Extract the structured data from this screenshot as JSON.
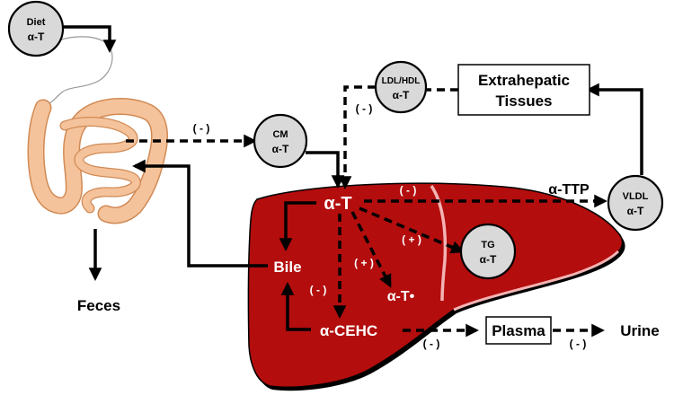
{
  "nodes": {
    "diet": {
      "line1": "Diet",
      "line2": "α-T"
    },
    "cm": {
      "line1": "CM",
      "line2": "α-T"
    },
    "ldl_hdl": {
      "line1": "LDL/HDL",
      "line2": "α-T"
    },
    "vldl": {
      "line1": "VLDL",
      "line2": "α-T"
    },
    "tg": {
      "line1": "TG",
      "line2": "α-T"
    }
  },
  "boxes": {
    "extrahepatic": {
      "line1": "Extrahepatic",
      "line2": "Tissues"
    },
    "plasma": {
      "label": "Plasma"
    }
  },
  "labels": {
    "feces": "Feces",
    "urine": "Urine",
    "alpha_t_liver": "α-T",
    "bile": "Bile",
    "alpha_cehc": "α-CEHC",
    "alpha_ttp": "α-TTP",
    "alpha_t_radical": "α-T•"
  },
  "signs": {
    "gut_to_cm": "( - )",
    "ldl_down": "( - )",
    "ttp": "( - )",
    "tg_plus": "( + )",
    "radical_plus": "( + )",
    "cehc_minus": "( - )",
    "plasma_minus": "( - )",
    "urine_minus": "( - )"
  },
  "colors": {
    "liver": "#b30d0d",
    "liver_edge": "#000000",
    "liver_highlight": "#f3b3b3",
    "circle_fill": "#d9d9d9",
    "intestine": "#f5c39b",
    "intestine_edge": "#d08a55"
  }
}
